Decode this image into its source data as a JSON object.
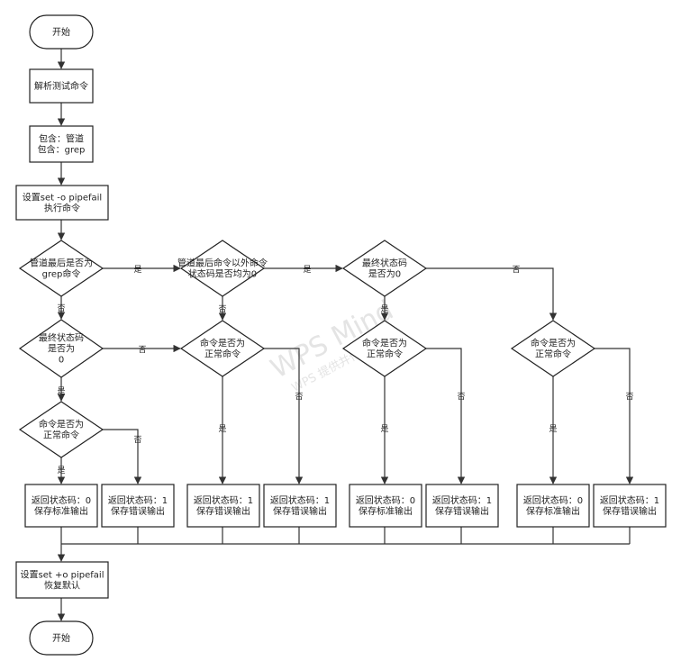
{
  "watermark": {
    "line1": "WPS Mind",
    "line2": "WPS 提供并作图能力"
  },
  "nodes": {
    "start": [
      "开始"
    ],
    "parse": [
      "解析测试命令"
    ],
    "contains": [
      "包含：管道",
      "包含：grep"
    ],
    "set_pipefail": [
      "设置set -o pipefail",
      "执行命令"
    ],
    "d_last_grep": [
      "管道最后是否为",
      "grep命令"
    ],
    "d_status0": [
      "最终状态码",
      "是否为",
      "0"
    ],
    "d_normal_a": [
      "命令是否为",
      "正常命令"
    ],
    "d_other_zero": [
      "管道最后命令以外命令",
      "状态码是否均为0"
    ],
    "d_normal_b": [
      "命令是否为",
      "正常命令"
    ],
    "d_final_zero": [
      "最终状态码",
      "是否为0"
    ],
    "d_normal_c": [
      "命令是否为",
      "正常命令"
    ],
    "d_normal_d": [
      "命令是否为",
      "正常命令"
    ],
    "r1": [
      "返回状态码：0",
      "保存标准输出"
    ],
    "r2": [
      "返回状态码：1",
      "保存错误输出"
    ],
    "r3": [
      "返回状态码：1",
      "保存错误输出"
    ],
    "r4": [
      "返回状态码：1",
      "保存错误输出"
    ],
    "r5": [
      "返回状态码：0",
      "保存标准输出"
    ],
    "r6": [
      "返回状态码：1",
      "保存错误输出"
    ],
    "r7": [
      "返回状态码：0",
      "保存标准输出"
    ],
    "r8": [
      "返回状态码：1",
      "保存错误输出"
    ],
    "restore": [
      "设置set +o pipefail",
      "恢复默认"
    ],
    "end": [
      "开始"
    ]
  },
  "labels": {
    "yes": "是",
    "no": "否"
  }
}
